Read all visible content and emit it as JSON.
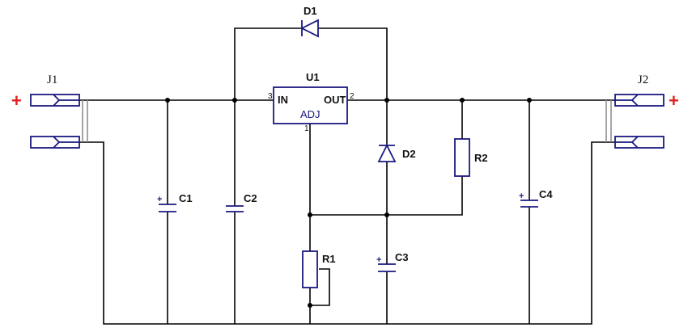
{
  "title": "Adjustable voltage regulator schematic",
  "connectors": {
    "j1": "J1",
    "j2": "J2",
    "polarity": "+"
  },
  "regulator": {
    "ref": "U1",
    "in": "IN",
    "out": "OUT",
    "adj": "ADJ",
    "pin_in": "3",
    "pin_out": "2",
    "pin_adj": "1"
  },
  "diodes": {
    "d1": "D1",
    "d2": "D2"
  },
  "resistors": {
    "r1": "R1",
    "r2": "R2"
  },
  "capacitors": {
    "c1": "C1",
    "c2": "C2",
    "c3": "C3",
    "c4": "C4",
    "polarity": "+"
  },
  "colors": {
    "wire": "#000000",
    "component": "#1a1a80",
    "positive": "#e02020"
  }
}
